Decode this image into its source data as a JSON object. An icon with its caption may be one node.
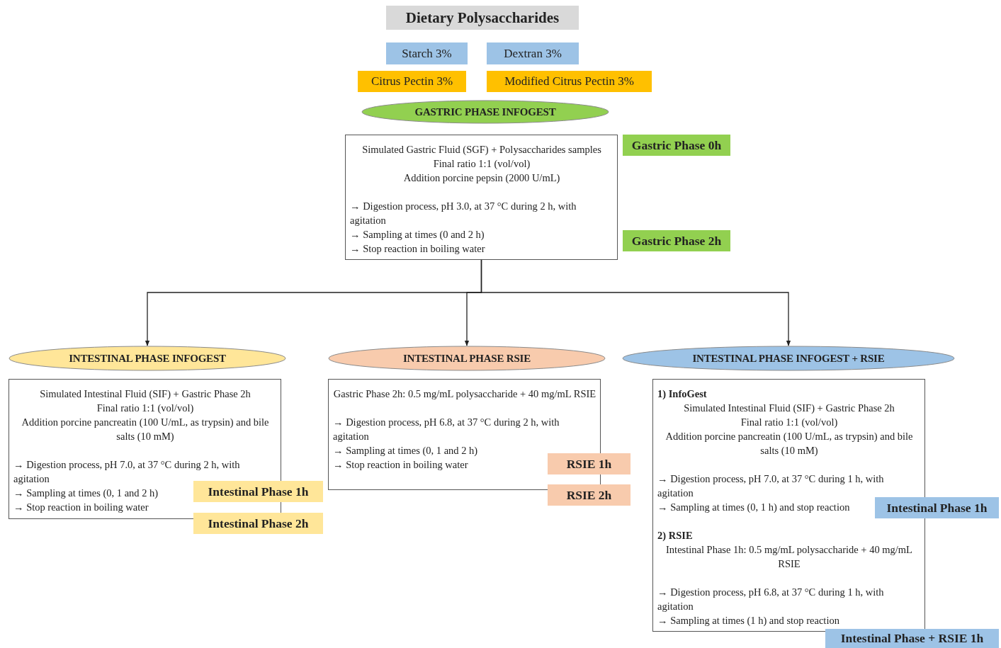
{
  "diagram": {
    "nodes": [
      {
        "text": [
          "Dietary Polysaccharides"
        ]
      },
      {
        "text": [
          "Starch 3%"
        ]
      },
      {
        "text": [
          "Dextran 3%"
        ]
      },
      {
        "text": [
          "Citrus Pectin 3%"
        ]
      },
      {
        "text": [
          "Modified Citrus Pectin 3%"
        ]
      },
      {
        "text": [
          "GASTRIC PHASE INFOGEST"
        ]
      },
      {
        "text": [
          "Simulated Gastric Fluid (SGF) + Polysaccharides samples",
          "Final ratio 1:1 (vol/vol)",
          "Addition porcine pepsin (2000 U/mL)",
          "→ Digestion process, pH 3.0, at 37 °C during 2 h, with agitation",
          "→ Sampling at times (0 and 2 h)",
          "→ Stop reaction in boiling water"
        ]
      },
      {
        "text": [
          "Gastric Phase 0h"
        ]
      },
      {
        "text": [
          "Gastric Phase 2h"
        ]
      },
      {
        "text": [
          "INTESTINAL PHASE INFOGEST"
        ]
      },
      {
        "text": [
          "INTESTINAL PHASE RSIE"
        ]
      },
      {
        "text": [
          "INTESTINAL PHASE INFOGEST + RSIE"
        ]
      },
      {
        "text": [
          "Simulated Intestinal Fluid (SIF) + Gastric Phase 2h",
          "Final ratio 1:1 (vol/vol)",
          "Addition porcine pancreatin (100 U/mL, as trypsin) and bile salts (10 mM)",
          "→ Digestion process, pH 7.0, at 37 °C during 2 h, with agitation",
          "→ Sampling at times (0, 1 and 2 h)",
          "→ Stop reaction in boiling water"
        ]
      },
      {
        "text": [
          "Gastric Phase 2h: 0.5 mg/mL polysaccharide + 40 mg/mL RSIE",
          "→ Digestion process, pH 6.8, at 37 °C during 2 h, with agitation",
          "→ Sampling at times (0, 1 and 2 h)",
          "→ Stop reaction in boiling water"
        ]
      },
      {
        "text": [
          "1) InfoGest",
          "Simulated Intestinal Fluid (SIF) + Gastric Phase 2h",
          "Final ratio 1:1 (vol/vol)",
          "Addition porcine pancreatin (100 U/mL, as trypsin) and bile salts (10 mM)",
          "→ Digestion process, pH 7.0, at 37 °C during 1 h, with agitation",
          "→ Sampling at times (0, 1 h) and stop reaction",
          "2) RSIE",
          "Intestinal Phase 1h: 0.5 mg/mL polysaccharide + 40 mg/mL RSIE",
          "→ Digestion process, pH 6.8, at 37 °C during 1 h, with agitation",
          "→ Sampling at times (1 h) and stop reaction"
        ]
      },
      {
        "text": [
          "Intestinal Phase 1h"
        ]
      },
      {
        "text": [
          "Intestinal Phase 2h"
        ]
      },
      {
        "text": [
          "RSIE 1h"
        ]
      },
      {
        "text": [
          "RSIE 2h"
        ]
      },
      {
        "text": [
          "Intestinal Phase 1h"
        ]
      },
      {
        "text": [
          "Intestinal Phase + RSIE 1h"
        ]
      }
    ],
    "edges": [
      {
        "from": 6,
        "to": 9,
        "arrow": "to"
      },
      {
        "from": 6,
        "to": 10,
        "arrow": "to"
      },
      {
        "from": 6,
        "to": 11,
        "arrow": "to"
      }
    ]
  }
}
